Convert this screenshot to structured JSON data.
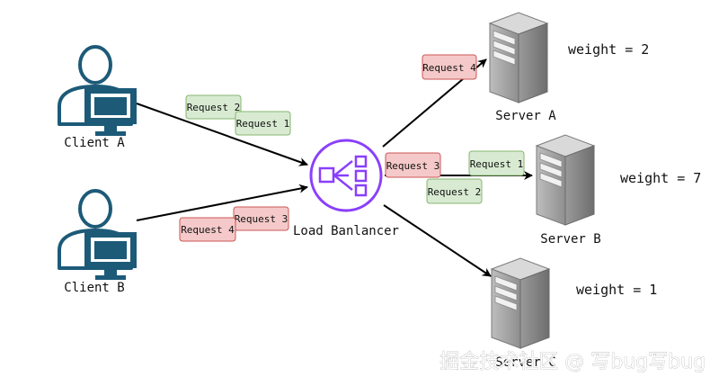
{
  "clients": {
    "a": {
      "label": "Client A"
    },
    "b": {
      "label": "Client B"
    }
  },
  "load_balancer": {
    "label": "Load Banlancer"
  },
  "servers": {
    "a": {
      "label": "Server A",
      "weight": "weight = 2"
    },
    "b": {
      "label": "Server B",
      "weight": "weight = 7"
    },
    "c": {
      "label": "Server C",
      "weight": "weight = 1"
    }
  },
  "requests": {
    "client_a": [
      {
        "label": "Request 2",
        "status": "green"
      },
      {
        "label": "Request 1",
        "status": "green"
      }
    ],
    "client_b": [
      {
        "label": "Request 3",
        "status": "red"
      },
      {
        "label": "Request 4",
        "status": "red"
      }
    ],
    "to_server_a": [
      {
        "label": "Request 4",
        "status": "red"
      }
    ],
    "to_server_b": [
      {
        "label": "Request 3",
        "status": "red"
      },
      {
        "label": "Request 1",
        "status": "green"
      },
      {
        "label": "Request 2",
        "status": "green"
      }
    ]
  },
  "colors": {
    "client_icon": "#1d5a78",
    "load_balancer": "#8a3ffc",
    "green_fill": "#d8ebd2",
    "green_stroke": "#86b56f",
    "red_fill": "#f5c9c9",
    "red_stroke": "#cc5555",
    "arrow": "#000000"
  },
  "watermark": "掘金技术社区 @ 写bug写bug"
}
